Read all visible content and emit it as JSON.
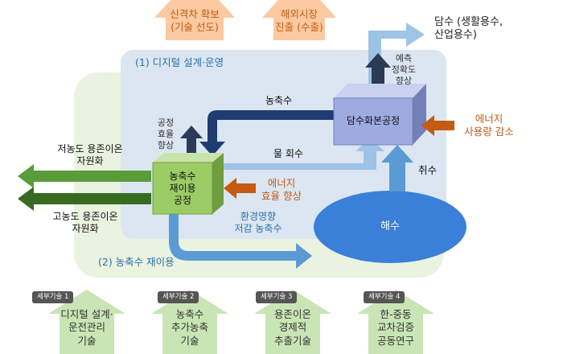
{
  "colors": {
    "top_arrow": "#fcc9a0",
    "top_text": "#c55a11",
    "green_band": "#eaf3e0",
    "blue_panel": "#dbe6f2",
    "blue_text": "#2e6fa8",
    "plant_box": "#9dabe0",
    "reuse_box": "#9ccc65",
    "dark_blue_arrow": "#1f3d73",
    "light_blue_arrow": "#9dc3e6",
    "mid_blue_arrow": "#5b9bd5",
    "orange_arrow": "#c55a11",
    "green_arrow": "#5a9c3a",
    "dark_green_arrow": "#376b1f",
    "seawater": "#3a7fd8",
    "tech_arrow": "#c9e5b6"
  },
  "top": {
    "left_label": "신격차 확보\n(기술 선도)",
    "right_label": "해외시장\n진출 (수출)"
  },
  "output_label": "담수 (생활용수,\n산업용수)",
  "region1_label": "(1) 디지털 설계·운영",
  "region2_label": "(2) 농축수 재이용",
  "main_plant": {
    "label": "담수화본공정",
    "up_label": "예측\n정확도\n향상",
    "energy_label": "에너지\n사용량 감소"
  },
  "reuse_plant": {
    "label": "농축수\n재이용\n공정",
    "up_label": "공정\n효율\n향상",
    "energy_label": "에너지\n효율 향상"
  },
  "flows": {
    "concentrate": "농축수",
    "water_return": "물 회수",
    "intake": "취수",
    "low_impact": "환경영향\n저감 농축수"
  },
  "recovery": {
    "low_conc": "저농도 용존이온\n자원화",
    "high_conc": "고농도 용존이온\n자원화"
  },
  "seawater_label": "해수",
  "tech_items": [
    {
      "tag": "세부기술 1",
      "text": "디지털 설계·\n운전관리\n기술"
    },
    {
      "tag": "세부기술 2",
      "text": "농축수\n추가농축\n기술"
    },
    {
      "tag": "세부기술 3",
      "text": "용존이온\n경제적\n추출기술"
    },
    {
      "tag": "세부기술 4",
      "text": "한-중동\n교차검증\n공동연구"
    }
  ]
}
